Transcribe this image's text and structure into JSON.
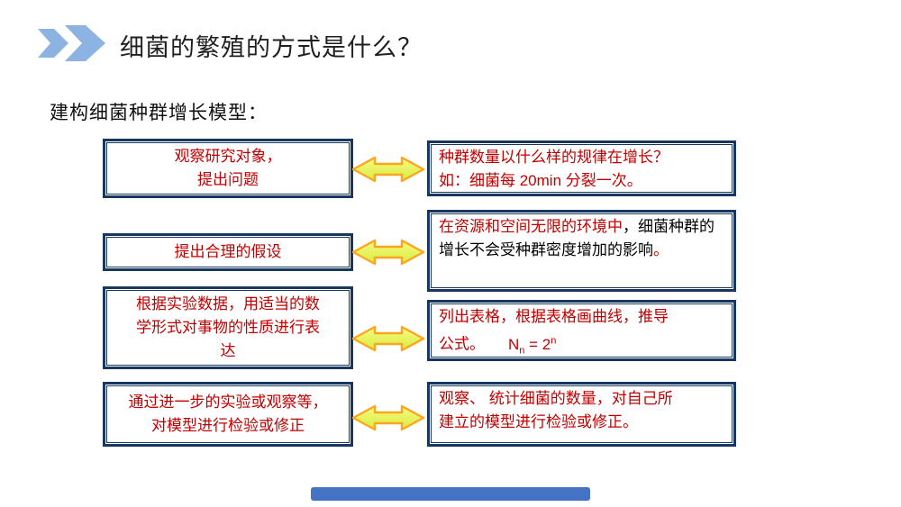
{
  "title": {
    "text": "细菌的繁殖的方式是什么？"
  },
  "subtitle": {
    "text": "建构细菌种群增长模型："
  },
  "icons": {
    "header": "double-chevron-right-icon"
  },
  "colors": {
    "chevron_blue": "#8DB3E2",
    "box_border_navy": "#17375E",
    "text_red": "#C00000",
    "text_black": "#000000",
    "arrow_fill_top": "#F8FA78",
    "arrow_fill_bottom": "#D9EC48",
    "arrow_stroke_orange": "#FFA41E",
    "footer_blue": "#4472C4"
  },
  "flow": {
    "rows": [
      {
        "left": "观察研究对象，\n提出问题",
        "right": "种群数量以什么样的规律在增长？\n如：细菌每 20min 分裂一次。"
      },
      {
        "left": "提出合理的假设",
        "right_segments": {
          "red1": "在资源和空间无限的环境中",
          "black": "，细菌种群的增长不会受种群密度增加的影响",
          "red2": "。"
        }
      },
      {
        "left": "根据实验数据，用适当的数\n学形式对事物的性质进行表\n达",
        "right": {
          "line1": "列出表格，根据表格画曲线，推导",
          "line2_prefix": "公式。",
          "n": "N",
          "sub": "n",
          "eq": " = 2",
          "sup": "n"
        }
      },
      {
        "left": "通过进一步的实验或观察等，\n对模型进行检验或修正",
        "right": "观察、 统计细菌的数量，对自己所\n建立的模型进行检验或修正。"
      }
    ]
  }
}
